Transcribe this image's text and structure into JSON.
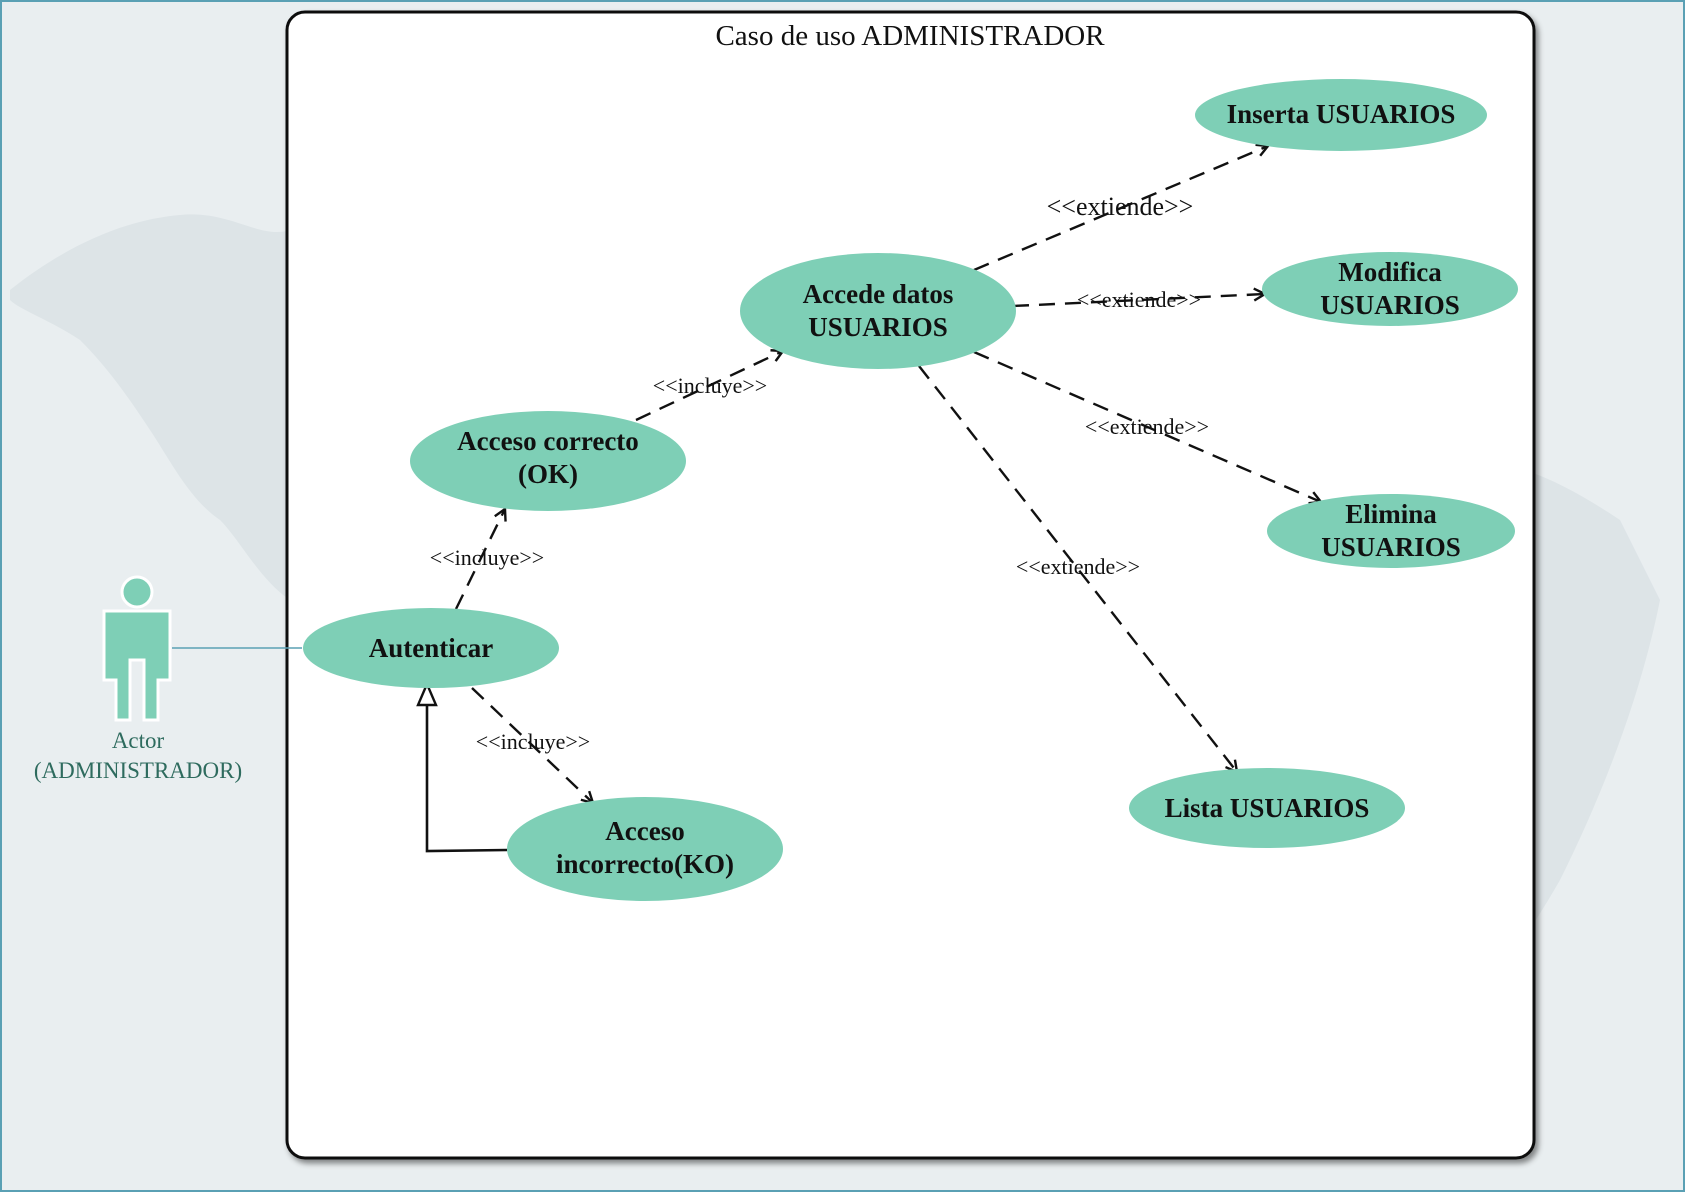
{
  "diagram": {
    "title": "Caso de uso ADMINISTRADOR",
    "actor": {
      "name_line1": "Actor",
      "name_line2": "(ADMINISTRADOR)"
    },
    "use_cases": {
      "autenticar": [
        "Autenticar"
      ],
      "acceso_ok": [
        "Acceso correcto",
        "(OK)"
      ],
      "acceso_ko": [
        "Acceso",
        "incorrecto(KO)"
      ],
      "accede": [
        "Accede datos",
        "USUARIOS"
      ],
      "inserta": [
        "Inserta USUARIOS"
      ],
      "modifica": [
        "Modifica",
        "USUARIOS"
      ],
      "elimina": [
        "Elimina",
        "USUARIOS"
      ],
      "lista": [
        "Lista USUARIOS"
      ]
    },
    "relations": {
      "incluye_ok": "<<incluye>>",
      "incluye_ko": "<<incluye>>",
      "incluye_accede": "<<incluye>>",
      "extiende_inserta": "<<extiende>>",
      "extiende_modifica": "<<extiende>>",
      "extiende_elimina": "<<extiende>>",
      "extiende_lista": "<<extiende>>"
    },
    "colors": {
      "use_case_fill": "#7ecfb6",
      "actor_fill": "#7ecfb6",
      "actor_text": "#2e6b5e",
      "frame_border": "#5aa0b4",
      "background": "#e9eef0",
      "map_silhouette": "#dde4e7"
    }
  }
}
